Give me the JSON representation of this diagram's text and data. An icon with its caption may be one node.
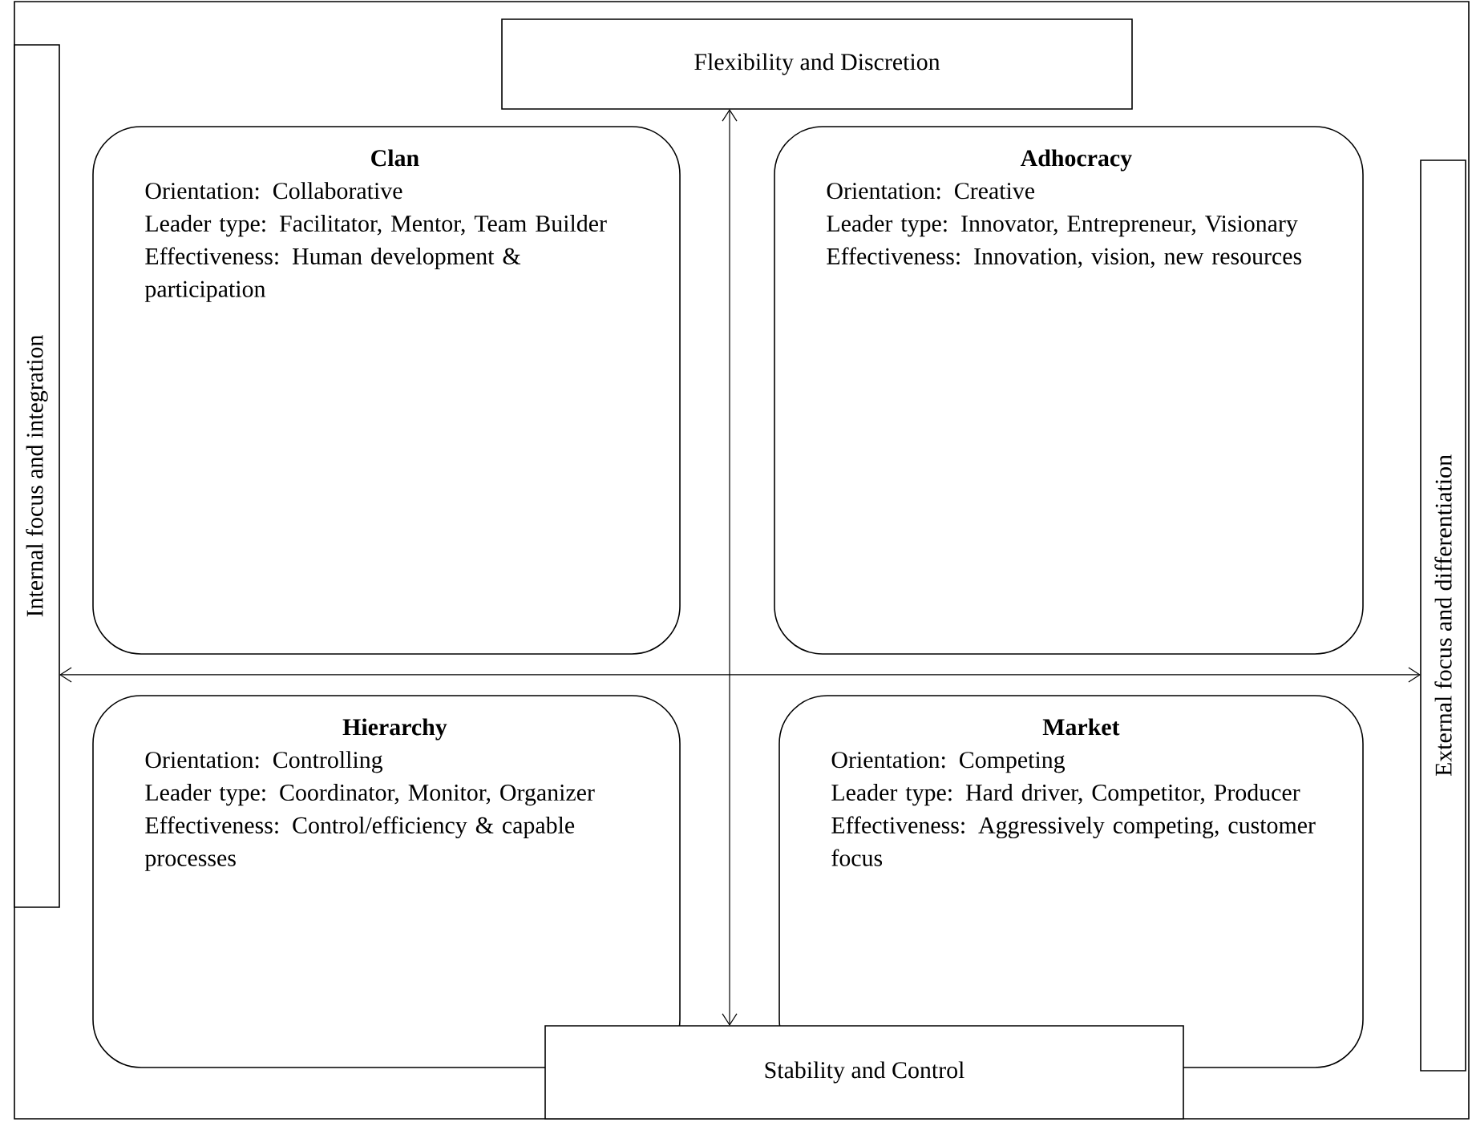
{
  "diagram": {
    "nodes": [
      {
        "text": [
          "Flexibility and Discretion"
        ]
      },
      {
        "text": [
          "Internal focus and integration"
        ]
      },
      {
        "text": [
          "Clan",
          "Orientation: Collaborative",
          "Leader type: Facilitator, Mentor, Team Builder",
          "Effectiveness: Human development & participation"
        ]
      },
      {
        "text": [
          "Adhocracy",
          "Orientation: Creative",
          "Leader type: Innovator, Entrepreneur, Visionary",
          "Effectiveness: Innovation, vision, new resources"
        ]
      },
      {
        "text": [
          "External focus and differentiation"
        ]
      },
      {
        "text": [
          "Hierarchy",
          "Orientation: Controlling",
          "Leader type: Coordinator, Monitor, Organizer",
          "Effectiveness: Control/efficiency & capable processes"
        ]
      },
      {
        "text": [
          "Market",
          "Orientation: Competing",
          "Leader type: Hard driver, Competitor, Producer",
          "Effectiveness: Aggressively competing, customer focus"
        ]
      },
      {
        "text": [
          "Stability and Control"
        ]
      }
    ],
    "edges": [
      {
        "from": 0,
        "to": 7,
        "arrow": "both"
      },
      {
        "from": 1,
        "to": 4,
        "arrow": "both"
      }
    ]
  }
}
